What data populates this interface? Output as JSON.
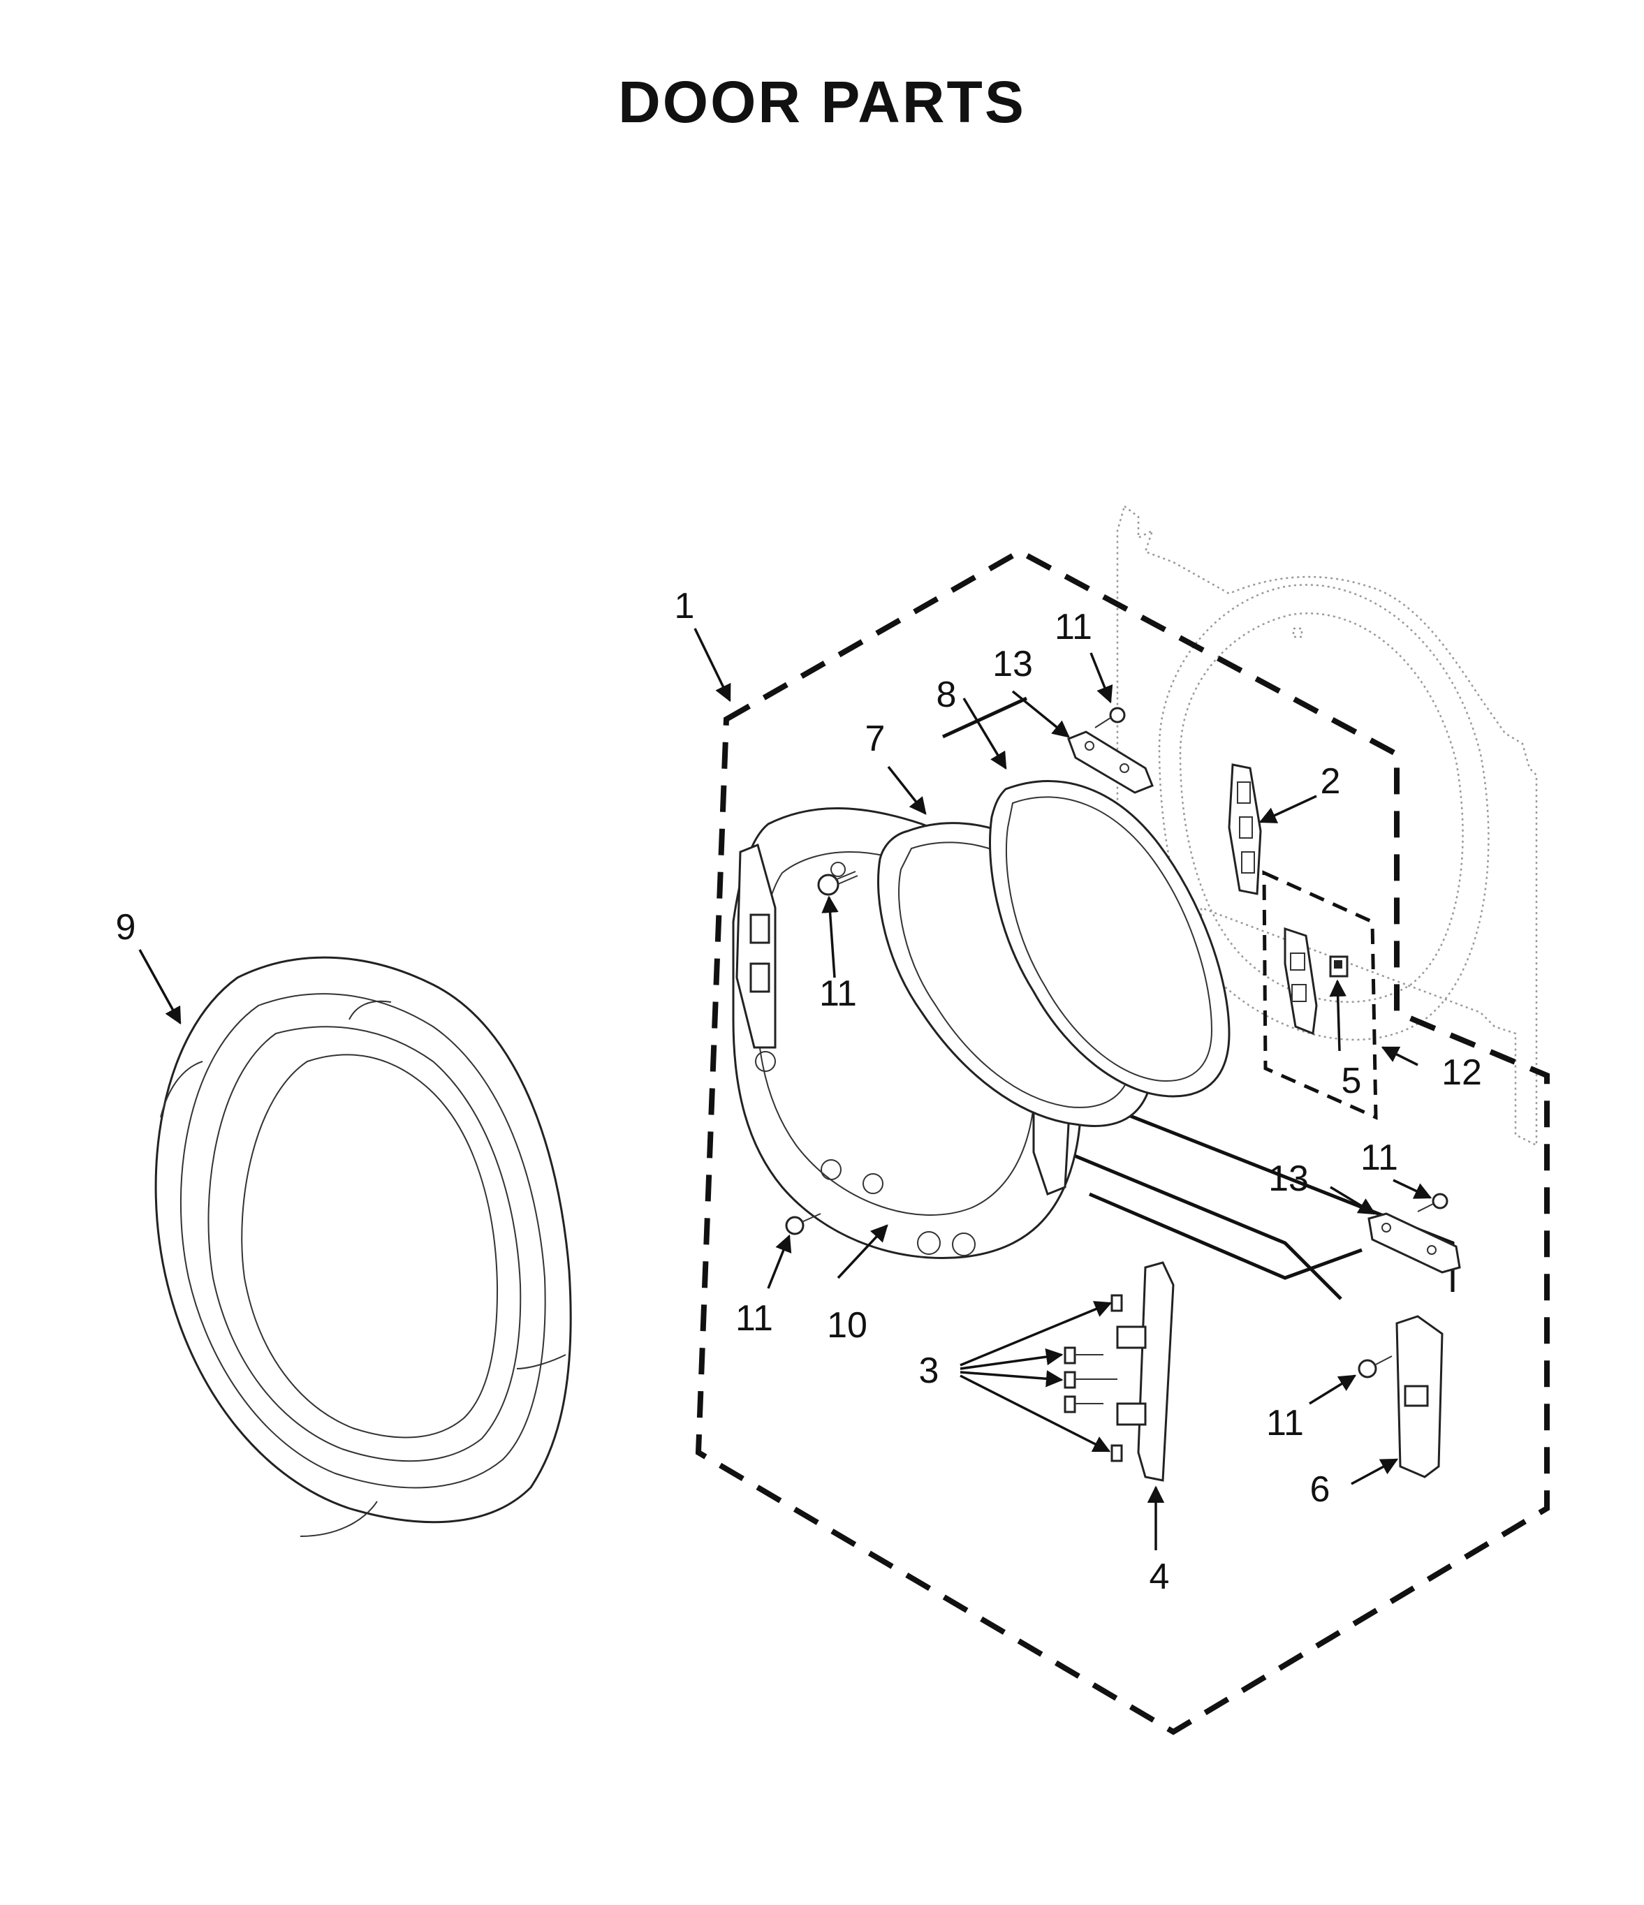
{
  "title": "DOOR PARTS",
  "callouts": {
    "c1": "1",
    "c2": "2",
    "c3": "3",
    "c4": "4",
    "c5": "5",
    "c6": "6",
    "c7": "7",
    "c8": "8",
    "c9": "9",
    "c10": "10",
    "c11_top": "11",
    "c11_hinge": "11",
    "c11_lower_left": "11",
    "c11_right_upper": "11",
    "c11_right_lower": "11",
    "c12": "12",
    "c13_top": "13",
    "c13_right": "13"
  }
}
